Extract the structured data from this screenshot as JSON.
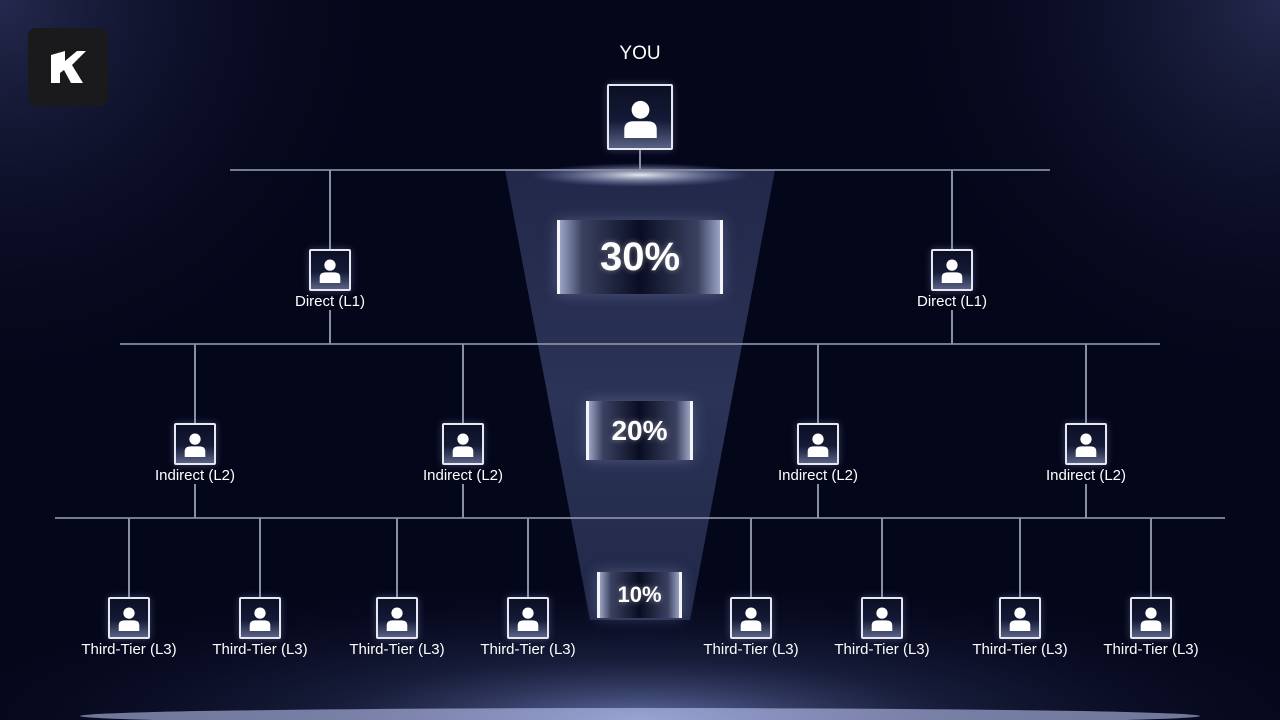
{
  "brand": {
    "logo_icon": "k-logo-icon"
  },
  "root": {
    "label": "YOU"
  },
  "levels": [
    {
      "name": "L1",
      "percentage": "30%",
      "node_label": "Direct (L1)",
      "count": 2
    },
    {
      "name": "L2",
      "percentage": "20%",
      "node_label": "Indirect (L2)",
      "count": 4
    },
    {
      "name": "L3",
      "percentage": "10%",
      "node_label": "Third-Tier (L3)",
      "count": 8
    }
  ],
  "colors": {
    "background": "#04061a",
    "line": "#8a8fa8",
    "text": "#ffffff",
    "glow": "#c8d0ff"
  }
}
